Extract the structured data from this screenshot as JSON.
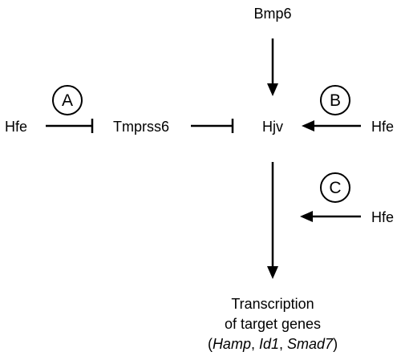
{
  "nodes": {
    "bmp6": "Bmp6",
    "hfe_a": "Hfe",
    "tmprss6": "Tmprss6",
    "hjv": "Hjv",
    "hfe_b": "Hfe",
    "hfe_c": "Hfe"
  },
  "circles": {
    "a": "A",
    "b": "B",
    "c": "C"
  },
  "output": {
    "line1": "Transcription",
    "line2": "of target genes",
    "paren_open": "(",
    "hamp": "Hamp",
    "sep1": ", ",
    "id1": "Id1",
    "sep2": ", ",
    "smad7": "Smad7",
    "paren_close": ")"
  },
  "colors": {
    "stroke": "#000000",
    "background": "#ffffff"
  }
}
